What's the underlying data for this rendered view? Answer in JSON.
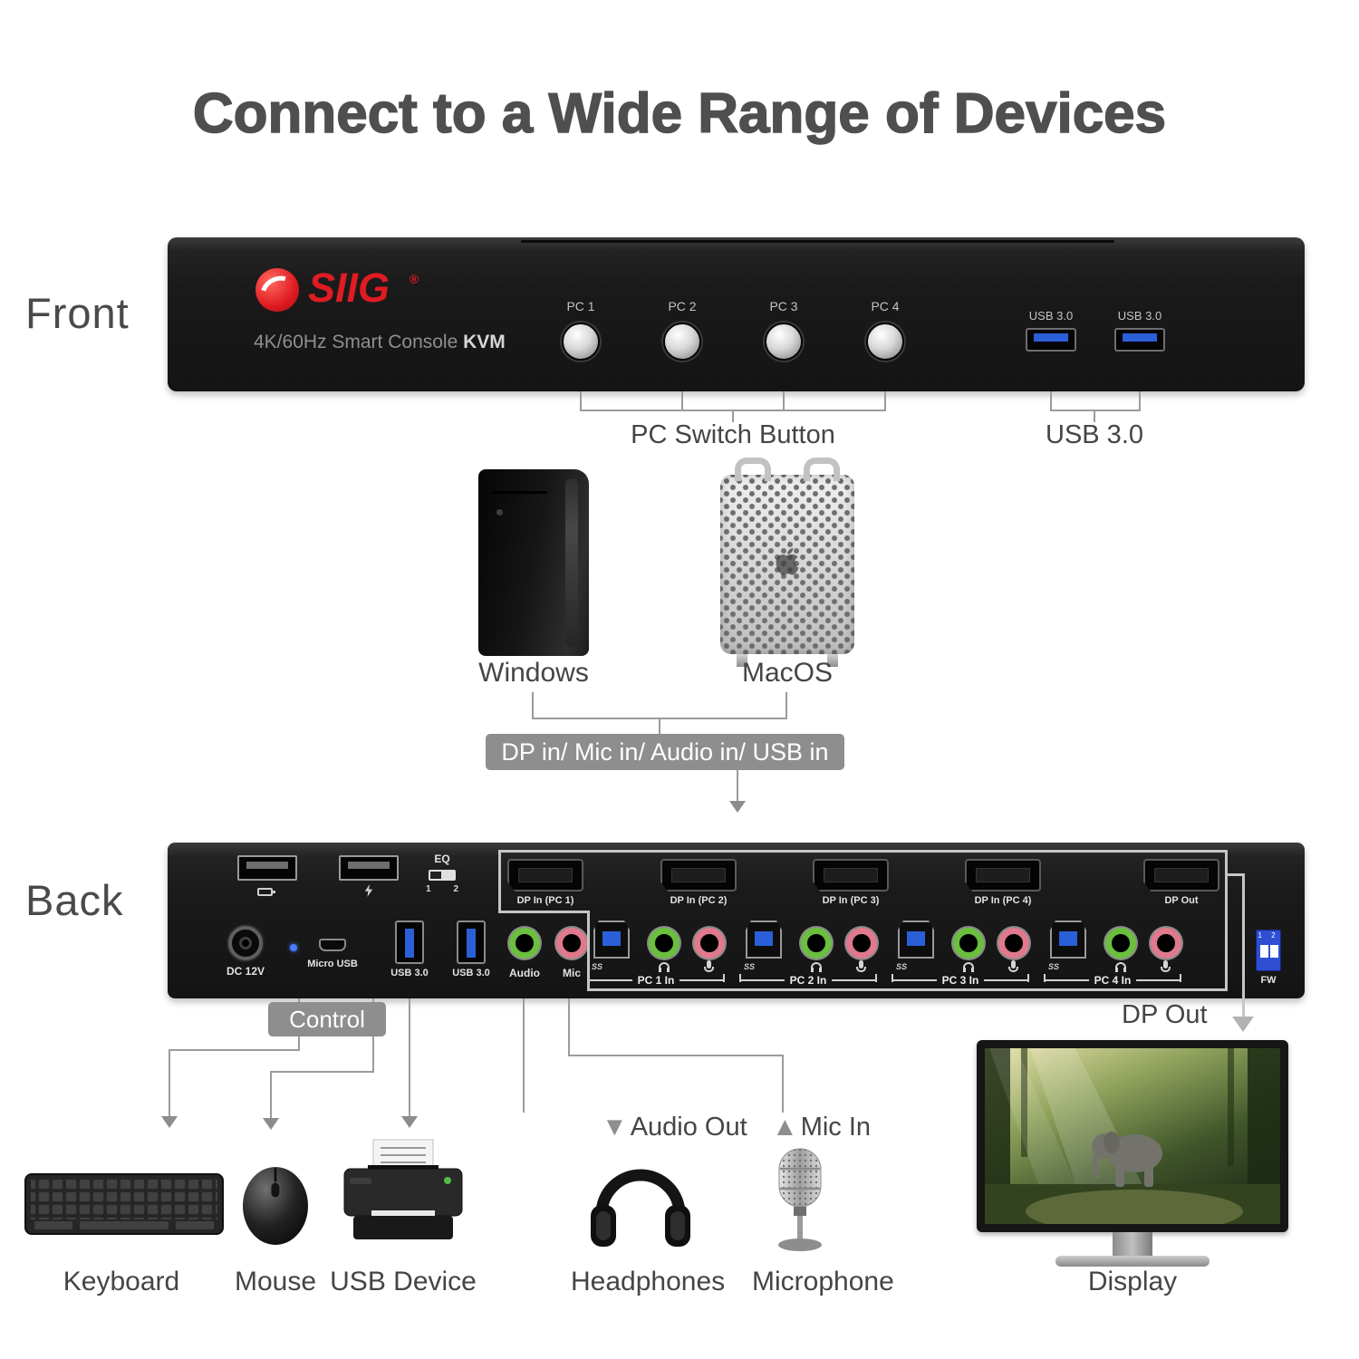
{
  "title": "Connect to a Wide Range of Devices",
  "front": {
    "side_label": "Front",
    "brand": "SIIG",
    "reg_mark": "®",
    "model_prefix": "4K/60Hz Smart Console ",
    "model_bold": "KVM",
    "buttons": [
      {
        "label": "PC 1"
      },
      {
        "label": "PC 2"
      },
      {
        "label": "PC 3"
      },
      {
        "label": "PC 4"
      }
    ],
    "usb_ports": [
      {
        "label": "USB 3.0"
      },
      {
        "label": "USB 3.0"
      }
    ],
    "switch_caption": "PC Switch Button",
    "usb_caption": "USB 3.0"
  },
  "computers": {
    "windows": "Windows",
    "macos": "MacOS"
  },
  "flow_badge": "DP in/ Mic in/ Audio in/ USB in",
  "back": {
    "side_label": "Back",
    "dc": "DC 12V",
    "micro_usb": "Micro USB",
    "usb30_a": "USB 3.0",
    "usb30_b": "USB 3.0",
    "eq": "EQ",
    "eq_1": "1",
    "eq_2": "2",
    "audio": "Audio",
    "mic": "Mic",
    "ss_logo": "SS",
    "groups": [
      {
        "dp_label": "DP In (PC 1)",
        "pc_label": "PC 1 In"
      },
      {
        "dp_label": "DP In (PC 2)",
        "pc_label": "PC 2 In"
      },
      {
        "dp_label": "DP In (PC 3)",
        "pc_label": "PC 3 In"
      },
      {
        "dp_label": "DP In (PC 4)",
        "pc_label": "PC 4 In"
      }
    ],
    "dp_out": "DP Out",
    "fw": "FW",
    "fw_12": "1 2"
  },
  "callouts": {
    "control": "Control",
    "dp_out": "DP Out",
    "audio_out": "Audio Out",
    "mic_in": "Mic In"
  },
  "devices": [
    {
      "name": "Keyboard"
    },
    {
      "name": "Mouse"
    },
    {
      "name": "USB Device"
    },
    {
      "name": "Headphones"
    },
    {
      "name": "Microphone"
    },
    {
      "name": "Display"
    }
  ],
  "icons": {
    "down_arrow": "▼",
    "up_arrow": "▲"
  },
  "colors": {
    "brand_red": "#e01b22",
    "usb_blue": "#2a5fd8",
    "audio_green": "#6abf3e",
    "mic_pink": "#e0798d",
    "line_gray": "#9b9b9b",
    "badge_gray": "#8e8e8e",
    "text_gray": "#4d4d4d"
  }
}
